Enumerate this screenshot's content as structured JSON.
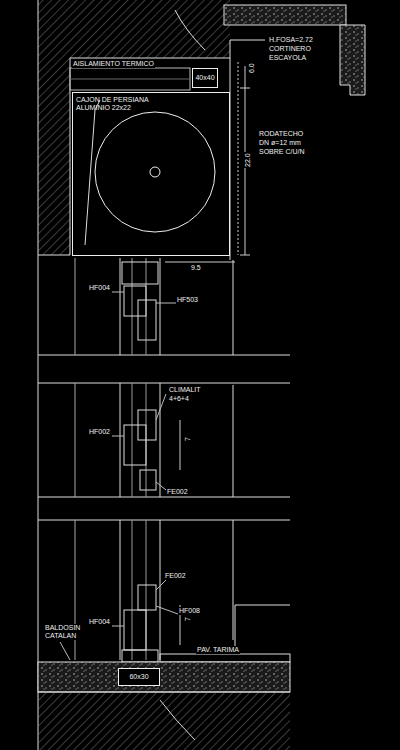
{
  "diagram": {
    "nodes": [
      {
        "text": [
          "CAJON DE PERSIANA ALUMINIO 22x22"
        ]
      },
      {
        "text": [
          "40x40"
        ]
      },
      {
        "text": [
          "60x30"
        ]
      }
    ],
    "labels": [
      "H.FOSA=2.72",
      "CORTINERO",
      "ESCAYOLA",
      "AISLAMIENTO TERMICO",
      "6.0",
      "RODATECHO",
      "DN ø=12 mm",
      "SOBRE C/U/N",
      "22.0",
      "9.5",
      "HF004",
      "HF503",
      "CLIMALIT",
      "4+6+4",
      "HF002",
      "7",
      "FE002",
      "FE002",
      "HF008",
      "HF004",
      "7",
      "BALDOSIN CATALAN",
      "PAV. TARIMA"
    ]
  }
}
